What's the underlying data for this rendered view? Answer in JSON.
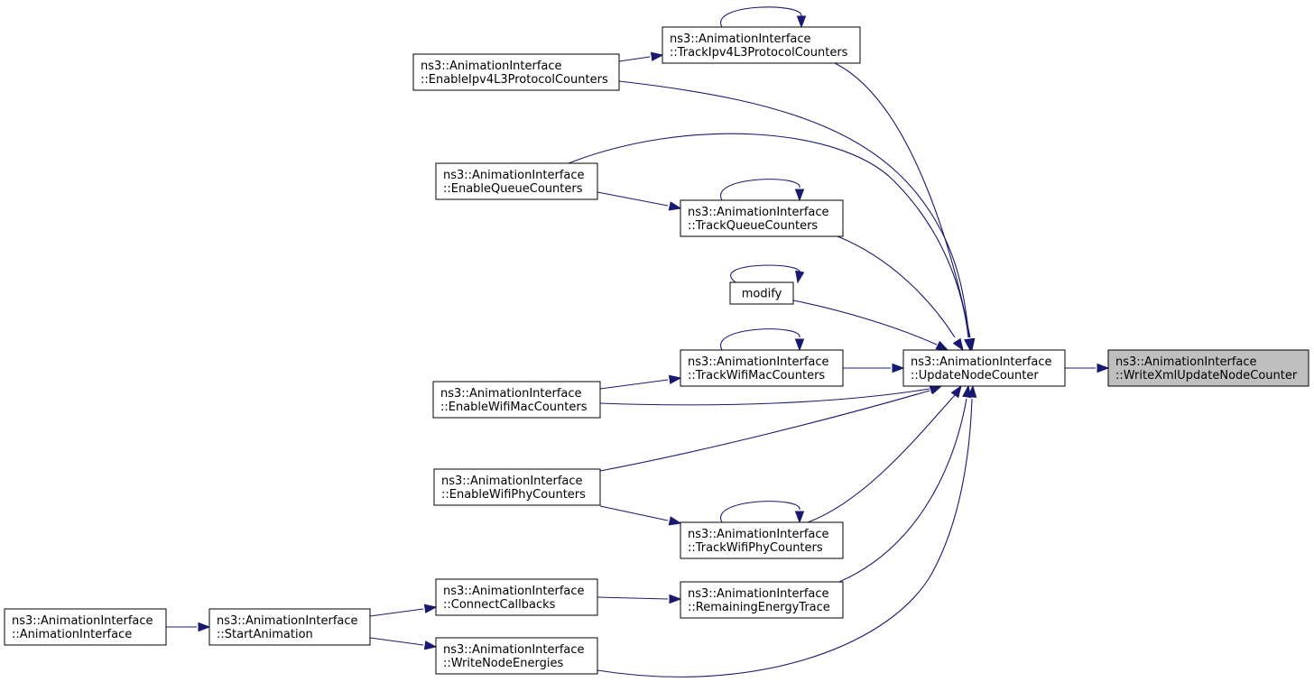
{
  "diagram": {
    "type": "call-graph",
    "colors": {
      "edge": "#191970",
      "node_border": "#000000",
      "node_fill": "#ffffff",
      "highlight_fill": "#bfbfbf"
    },
    "nodes": [
      {
        "id": "write_xml_update_node_counter",
        "lines": [
          "ns3::AnimationInterface",
          "::WriteXmlUpdateNodeCounter"
        ],
        "highlight": true
      },
      {
        "id": "update_node_counter",
        "lines": [
          "ns3::AnimationInterface",
          "::UpdateNodeCounter"
        ]
      },
      {
        "id": "track_ipv4_l3_protocol_counters",
        "lines": [
          "ns3::AnimationInterface",
          "::TrackIpv4L3ProtocolCounters"
        ]
      },
      {
        "id": "enable_ipv4_l3_protocol_counters",
        "lines": [
          "ns3::AnimationInterface",
          "::EnableIpv4L3ProtocolCounters"
        ]
      },
      {
        "id": "enable_queue_counters",
        "lines": [
          "ns3::AnimationInterface",
          "::EnableQueueCounters"
        ]
      },
      {
        "id": "track_queue_counters",
        "lines": [
          "ns3::AnimationInterface",
          "::TrackQueueCounters"
        ]
      },
      {
        "id": "modify",
        "lines": [
          "modify"
        ]
      },
      {
        "id": "track_wifi_mac_counters",
        "lines": [
          "ns3::AnimationInterface",
          "::TrackWifiMacCounters"
        ]
      },
      {
        "id": "enable_wifi_mac_counters",
        "lines": [
          "ns3::AnimationInterface",
          "::EnableWifiMacCounters"
        ]
      },
      {
        "id": "enable_wifi_phy_counters",
        "lines": [
          "ns3::AnimationInterface",
          "::EnableWifiPhyCounters"
        ]
      },
      {
        "id": "track_wifi_phy_counters",
        "lines": [
          "ns3::AnimationInterface",
          "::TrackWifiPhyCounters"
        ]
      },
      {
        "id": "connect_callbacks",
        "lines": [
          "ns3::AnimationInterface",
          "::ConnectCallbacks"
        ]
      },
      {
        "id": "remaining_energy_trace",
        "lines": [
          "ns3::AnimationInterface",
          "::RemainingEnergyTrace"
        ]
      },
      {
        "id": "animation_interface",
        "lines": [
          "ns3::AnimationInterface",
          "::AnimationInterface"
        ]
      },
      {
        "id": "start_animation",
        "lines": [
          "ns3::AnimationInterface",
          "::StartAnimation"
        ]
      },
      {
        "id": "write_node_energies",
        "lines": [
          "ns3::AnimationInterface",
          "::WriteNodeEnergies"
        ]
      }
    ],
    "edges": [
      {
        "from": "update_node_counter",
        "to": "write_xml_update_node_counter"
      },
      {
        "from": "track_ipv4_l3_protocol_counters",
        "to": "update_node_counter"
      },
      {
        "from": "track_ipv4_l3_protocol_counters",
        "to": "track_ipv4_l3_protocol_counters"
      },
      {
        "from": "enable_ipv4_l3_protocol_counters",
        "to": "track_ipv4_l3_protocol_counters"
      },
      {
        "from": "enable_ipv4_l3_protocol_counters",
        "to": "update_node_counter"
      },
      {
        "from": "enable_queue_counters",
        "to": "update_node_counter"
      },
      {
        "from": "enable_queue_counters",
        "to": "track_queue_counters"
      },
      {
        "from": "track_queue_counters",
        "to": "track_queue_counters"
      },
      {
        "from": "track_queue_counters",
        "to": "update_node_counter"
      },
      {
        "from": "modify",
        "to": "modify"
      },
      {
        "from": "modify",
        "to": "update_node_counter"
      },
      {
        "from": "track_wifi_mac_counters",
        "to": "track_wifi_mac_counters"
      },
      {
        "from": "track_wifi_mac_counters",
        "to": "update_node_counter"
      },
      {
        "from": "enable_wifi_mac_counters",
        "to": "track_wifi_mac_counters"
      },
      {
        "from": "enable_wifi_mac_counters",
        "to": "update_node_counter"
      },
      {
        "from": "enable_wifi_phy_counters",
        "to": "update_node_counter"
      },
      {
        "from": "enable_wifi_phy_counters",
        "to": "track_wifi_phy_counters"
      },
      {
        "from": "track_wifi_phy_counters",
        "to": "track_wifi_phy_counters"
      },
      {
        "from": "track_wifi_phy_counters",
        "to": "update_node_counter"
      },
      {
        "from": "remaining_energy_trace",
        "to": "update_node_counter"
      },
      {
        "from": "connect_callbacks",
        "to": "remaining_energy_trace"
      },
      {
        "from": "write_node_energies",
        "to": "update_node_counter"
      },
      {
        "from": "start_animation",
        "to": "connect_callbacks"
      },
      {
        "from": "start_animation",
        "to": "write_node_energies"
      },
      {
        "from": "animation_interface",
        "to": "start_animation"
      }
    ]
  }
}
